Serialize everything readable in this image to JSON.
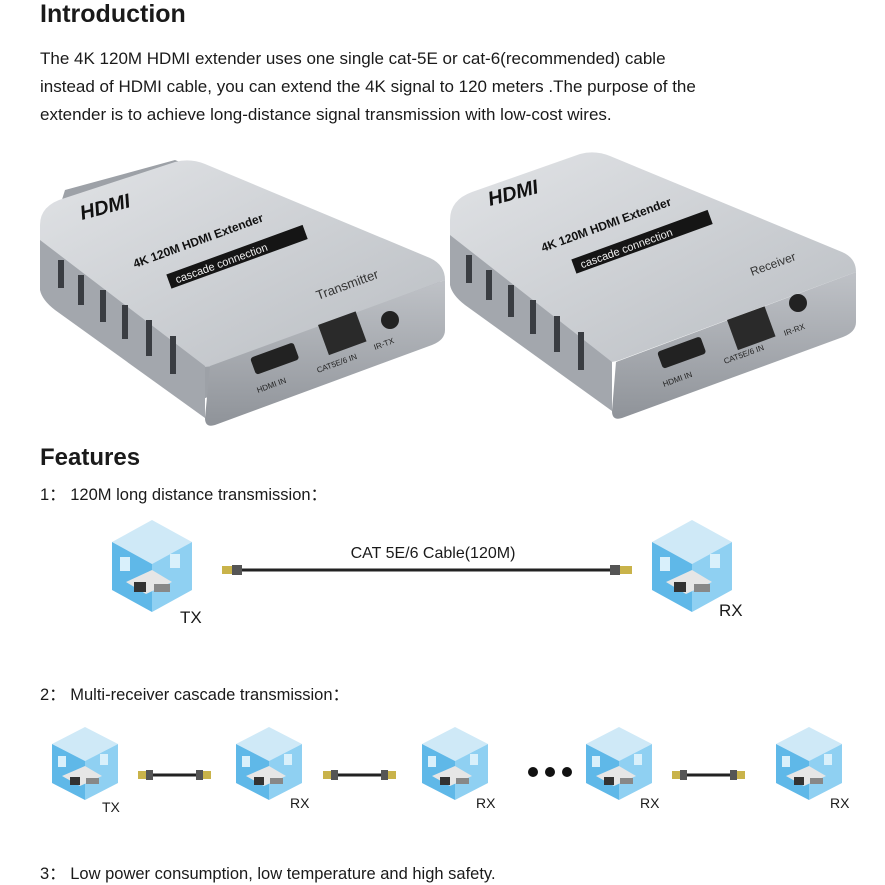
{
  "intro": {
    "title": "Introduction",
    "lines": [
      "The 4K 120M HDMI extender uses one single cat-5E or cat-6(recommended) cable",
      "instead of HDMI cable, you can extend the 4K signal to 120 meters .The purpose of the",
      "extender is to achieve long-distance signal transmission with low-cost wires."
    ]
  },
  "devices": {
    "brand": "HDMI",
    "model": "4K 120M HDMI Extender",
    "tag": "cascade connection",
    "transmitter": {
      "name": "Transmitter",
      "port1": "HDMI IN",
      "port2": "CAT5E/6 IN",
      "port3": "IR-TX"
    },
    "receiver": {
      "name": "Receiver",
      "port1": "HDMI IN",
      "port2": "CAT5E/6 IN",
      "port3": "IR-RX"
    }
  },
  "features": {
    "title": "Features",
    "f1": "1： 120M long distance transmission：",
    "cable_label": "CAT 5E/6 Cable(120M)",
    "tx": "TX",
    "rx": "RX",
    "f2": "2： Multi-receiver cascade transmission：",
    "f3": "3： Low power consumption, low temperature and high safety."
  },
  "colors": {
    "device_body": "#c9ccd1",
    "device_front": "#a9adb3",
    "label_black": "#151515",
    "room_blue": "#5fb8e8",
    "cable": "#222222"
  }
}
